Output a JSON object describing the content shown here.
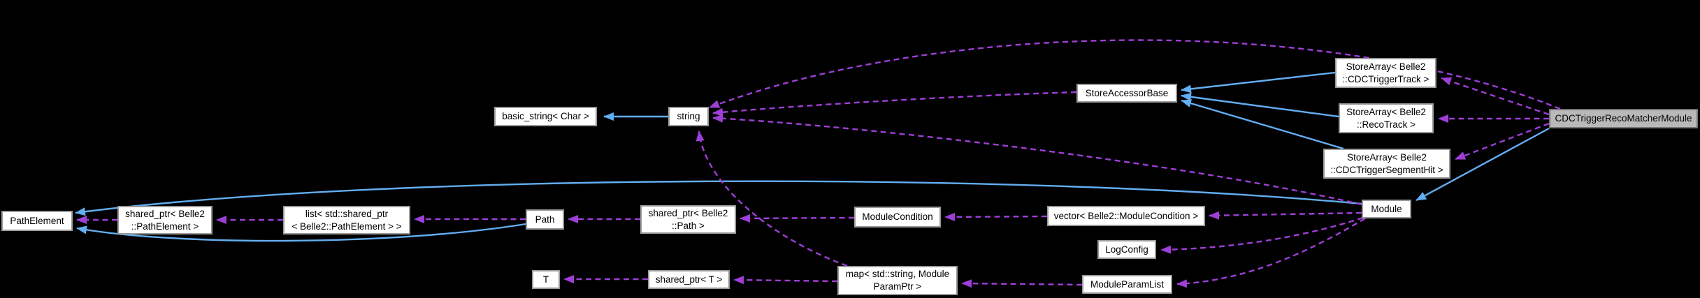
{
  "diagram": {
    "type": "doxygen-collaboration-graph",
    "title": "CDCTriggerRecoMatcherModule collaboration diagram",
    "colors": {
      "background": "#000000",
      "node_fill": "#ffffff",
      "node_border": "#9a9a9a",
      "node_text": "#000000",
      "highlight_node_fill": "#b9b9b9",
      "inheritance_edge": "#62aef2",
      "usage_edge": "#9e3fd8"
    },
    "nodes": {
      "basic_string": {
        "label": "basic_string< Char >"
      },
      "string": {
        "label": "string"
      },
      "store_accessor_base": {
        "label": "StoreAccessorBase"
      },
      "storearray_cdctriggertrack": {
        "label": "StoreArray< Belle2\n::CDCTriggerTrack >"
      },
      "storearray_recotrack": {
        "label": "StoreArray< Belle2\n::RecoTrack >"
      },
      "storearray_cdctriggersegmenthit": {
        "label": "StoreArray< Belle2\n::CDCTriggerSegmentHit >"
      },
      "cdctriggerrecomatchermodule": {
        "label": "CDCTriggerRecoMatcherModule",
        "highlighted": true
      },
      "module": {
        "label": "Module"
      },
      "pathelement": {
        "label": "PathElement"
      },
      "shared_ptr_pathelement": {
        "label": "shared_ptr< Belle2\n::PathElement >"
      },
      "list_shared_ptr_pathelement": {
        "label": "list< std::shared_ptr\n< Belle2::PathElement > >"
      },
      "path": {
        "label": "Path"
      },
      "shared_ptr_path": {
        "label": "shared_ptr< Belle2\n::Path >"
      },
      "modulecondition": {
        "label": "ModuleCondition"
      },
      "vector_modulecondition": {
        "label": "vector< Belle2::ModuleCondition >"
      },
      "logconfig": {
        "label": "LogConfig"
      },
      "moduleparamlist": {
        "label": "ModuleParamList"
      },
      "t": {
        "label": "T"
      },
      "shared_ptr_t": {
        "label": "shared_ptr< T >"
      },
      "map_moduleparamptr": {
        "label": "map< std::string, Module\nParamPtr >"
      }
    },
    "edges": [
      {
        "from": "string",
        "to": "basic_string",
        "relation": "inherits"
      },
      {
        "from": "path",
        "to": "pathelement",
        "relation": "inherits"
      },
      {
        "from": "module",
        "to": "pathelement",
        "relation": "inherits"
      },
      {
        "from": "cdctriggerrecomatchermodule",
        "to": "module",
        "relation": "inherits"
      },
      {
        "from": "storearray_cdctriggertrack",
        "to": "store_accessor_base",
        "relation": "inherits"
      },
      {
        "from": "storearray_recotrack",
        "to": "store_accessor_base",
        "relation": "inherits"
      },
      {
        "from": "storearray_cdctriggersegmenthit",
        "to": "store_accessor_base",
        "relation": "inherits"
      },
      {
        "from": "shared_ptr_pathelement",
        "to": "pathelement",
        "relation": "uses"
      },
      {
        "from": "list_shared_ptr_pathelement",
        "to": "shared_ptr_pathelement",
        "relation": "uses"
      },
      {
        "from": "path",
        "to": "list_shared_ptr_pathelement",
        "relation": "uses"
      },
      {
        "from": "shared_ptr_path",
        "to": "path",
        "relation": "uses"
      },
      {
        "from": "modulecondition",
        "to": "shared_ptr_path",
        "relation": "uses"
      },
      {
        "from": "vector_modulecondition",
        "to": "modulecondition",
        "relation": "uses"
      },
      {
        "from": "module",
        "to": "vector_modulecondition",
        "relation": "uses"
      },
      {
        "from": "module",
        "to": "string",
        "relation": "uses"
      },
      {
        "from": "store_accessor_base",
        "to": "string",
        "relation": "uses"
      },
      {
        "from": "map_moduleparamptr",
        "to": "string",
        "relation": "uses"
      },
      {
        "from": "cdctriggerrecomatchermodule",
        "to": "string",
        "relation": "uses"
      },
      {
        "from": "cdctriggerrecomatchermodule",
        "to": "storearray_cdctriggertrack",
        "relation": "uses"
      },
      {
        "from": "cdctriggerrecomatchermodule",
        "to": "storearray_recotrack",
        "relation": "uses"
      },
      {
        "from": "cdctriggerrecomatchermodule",
        "to": "storearray_cdctriggersegmenthit",
        "relation": "uses"
      },
      {
        "from": "module",
        "to": "logconfig",
        "relation": "uses"
      },
      {
        "from": "module",
        "to": "moduleparamlist",
        "relation": "uses"
      },
      {
        "from": "moduleparamlist",
        "to": "map_moduleparamptr",
        "relation": "uses"
      },
      {
        "from": "map_moduleparamptr",
        "to": "shared_ptr_t",
        "relation": "uses"
      },
      {
        "from": "shared_ptr_t",
        "to": "t",
        "relation": "uses"
      }
    ]
  }
}
